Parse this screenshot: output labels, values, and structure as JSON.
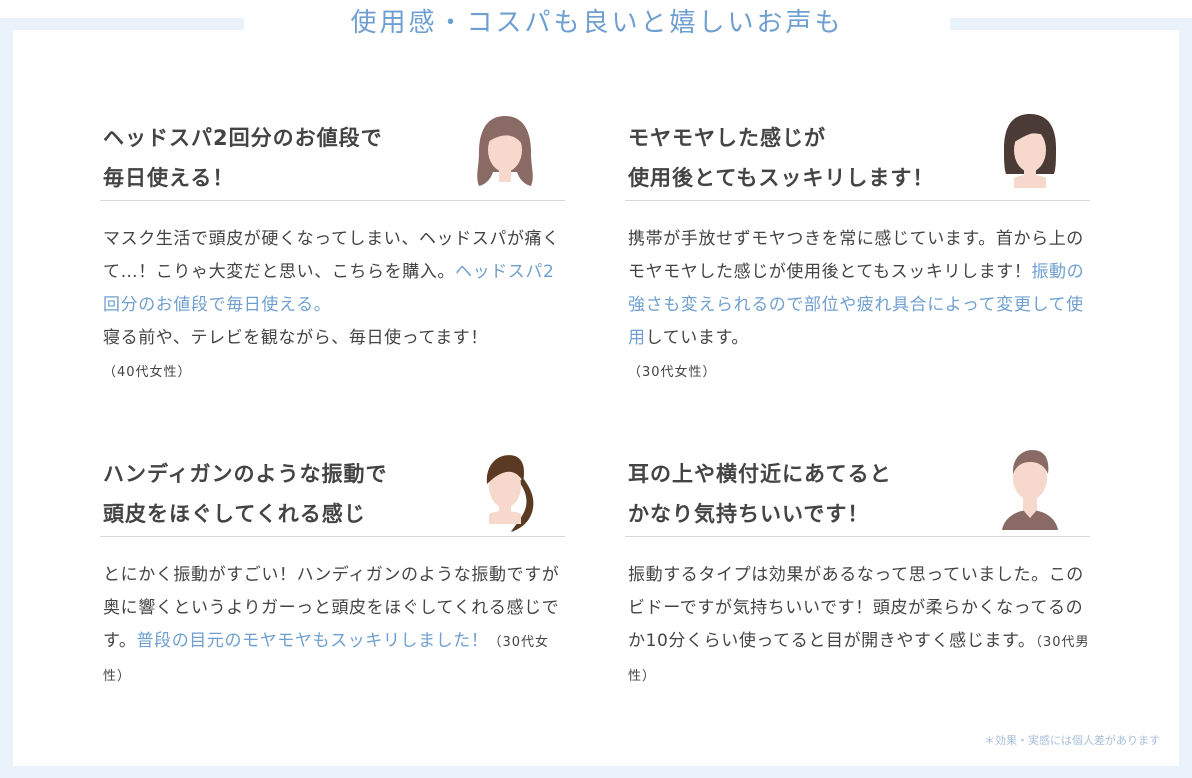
{
  "title": "使用感・コスパも良いと嬉しいお声も",
  "reviews": [
    {
      "heading_line1": "ヘッドスパ2回分のお値段で",
      "heading_line2": "毎日使える！",
      "body_pre": "マスク生活で頭皮が硬くなってしまい、ヘッドスパが痛くて…！こりゃ大変だと思い、こちらを購入。",
      "body_highlight": "ヘッドスパ2回分のお値段で毎日使える。",
      "body_post": "寝る前や、テレビを観ながら、毎日使ってます！",
      "age": "（40代女性）",
      "avatar": "woman-long-wavy-hair-icon"
    },
    {
      "heading_line1": "モヤモヤした感じが",
      "heading_line2": "使用後とてもスッキリします！",
      "body_pre": "携帯が手放せずモヤつきを常に感じています。首から上のモヤモヤした感じが使用後とてもスッキリします！",
      "body_highlight": "振動の強さも変えられるので部位や疲れ具合によって変更して使用",
      "body_post": "しています。",
      "age": "（30代女性）",
      "avatar": "woman-bob-hair-icon"
    },
    {
      "heading_line1": "ハンディガンのような振動で",
      "heading_line2": "頭皮をほぐしてくれる感じ",
      "body_pre": "とにかく振動がすごい！ハンディガンのような振動ですが奥に響くというよりガーっと頭皮をほぐしてくれる感じです。",
      "body_highlight": "普段の目元のモヤモヤもスッキリしました！",
      "body_post": "",
      "age": "（30代女性）",
      "avatar": "woman-ponytail-icon"
    },
    {
      "heading_line1": "耳の上や横付近にあてると",
      "heading_line2": "かなり気持ちいいです！",
      "body_pre": "振動するタイプは効果があるなって思っていました。このビドーですが気持ちいいです！頭皮が柔らかくなってるのか10分くらい使ってると目が開きやすく感じます。",
      "body_highlight": "",
      "body_post": "",
      "age": "（30代男性）",
      "avatar": "man-short-hair-icon"
    }
  ],
  "note": "＊効果・実感には個人差があります",
  "colors": {
    "accent": "#6f9fd0",
    "frame": "#eaf2fb",
    "hair": "#8a6a64",
    "hair_dark": "#4a3b36",
    "hair_brown": "#5a3a22",
    "skin": "#f6d8cc",
    "shirt": "#8a6a64"
  }
}
